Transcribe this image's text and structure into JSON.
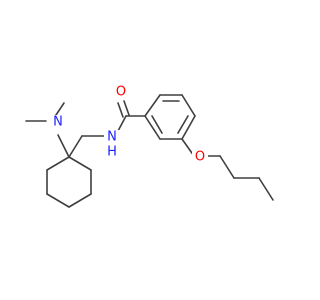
{
  "structure": {
    "atoms": {
      "amide_oxygen": "O",
      "amide_nitrogen": "N",
      "amide_hydrogen": "H",
      "ether_oxygen": "O",
      "amine_nitrogen": "N"
    },
    "colors": {
      "bond": "#3f3f3f",
      "oxygen": "#ff0000",
      "nitrogen": "#2020ff",
      "background": "#ffffff"
    }
  }
}
